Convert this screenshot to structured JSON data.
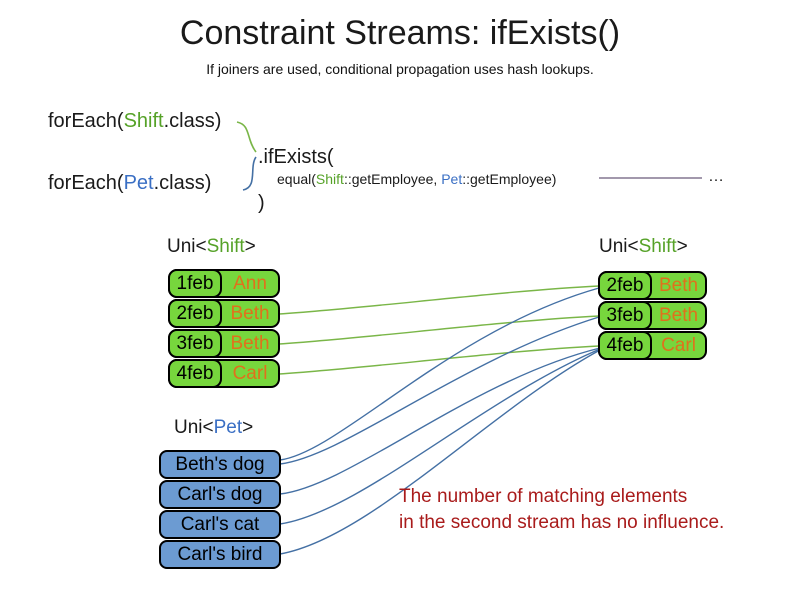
{
  "title": "Constraint Streams: ifExists()",
  "subtitle": "If joiners are used, conditional propagation uses hash lookups.",
  "code": {
    "foreach_shift": {
      "prefix": "forEach(",
      "class_name": "Shift",
      "suffix": ".class)"
    },
    "foreach_pet": {
      "prefix": "forEach(",
      "class_name": "Pet",
      "suffix": ".class)"
    },
    "if_exists": ".ifExists(",
    "equal_joiner": {
      "prefix": "equal(",
      "left_ref": "Shift",
      "mid": "::getEmployee, ",
      "right_ref": "Pet",
      "suffix": "::getEmployee)"
    },
    "close_paren": ")",
    "ellipsis": "…"
  },
  "headers": {
    "left_shift": {
      "prefix": "Uni<",
      "type": "Shift",
      "suffix": ">"
    },
    "right_shift": {
      "prefix": "Uni<",
      "type": "Shift",
      "suffix": ">"
    },
    "pet": {
      "prefix": "Uni<",
      "type": "Pet",
      "suffix": ">"
    }
  },
  "left_shift_table": {
    "rows": [
      {
        "date": "1feb",
        "name": "Ann"
      },
      {
        "date": "2feb",
        "name": "Beth"
      },
      {
        "date": "3feb",
        "name": "Beth"
      },
      {
        "date": "4feb",
        "name": "Carl"
      }
    ]
  },
  "right_shift_table": {
    "rows": [
      {
        "date": "2feb",
        "name": "Beth"
      },
      {
        "date": "3feb",
        "name": "Beth"
      },
      {
        "date": "4feb",
        "name": "Carl"
      }
    ]
  },
  "pet_table": {
    "rows": [
      {
        "name": "Beth's dog"
      },
      {
        "name": "Carl's dog"
      },
      {
        "name": "Carl's cat"
      },
      {
        "name": "Carl's bird"
      }
    ]
  },
  "connections": {
    "shift_to_shift": [
      {
        "from": "2feb Beth",
        "to": "2feb Beth"
      },
      {
        "from": "3feb Beth",
        "to": "3feb Beth"
      },
      {
        "from": "4feb Carl",
        "to": "4feb Carl"
      }
    ],
    "pet_to_shift": [
      {
        "from": "Beth's dog",
        "to": "2feb Beth"
      },
      {
        "from": "Beth's dog",
        "to": "3feb Beth"
      },
      {
        "from": "Carl's dog",
        "to": "4feb Carl"
      },
      {
        "from": "Carl's cat",
        "to": "4feb Carl"
      },
      {
        "from": "Carl's bird",
        "to": "4feb Carl"
      }
    ]
  },
  "note": {
    "line1": "The number of matching elements",
    "line2": "in the second stream has no influence."
  },
  "colors": {
    "shift-green": "#56A228",
    "pet-blue": "#3A6FC4",
    "box-green": "#77D63D",
    "box-blue": "#6C9BD2",
    "name-orange": "#E0711C",
    "note-red": "#A91B1B",
    "edge-green": "#7AB648",
    "edge-blue": "#4470A4",
    "joiner-line": "#6B5B7B"
  }
}
